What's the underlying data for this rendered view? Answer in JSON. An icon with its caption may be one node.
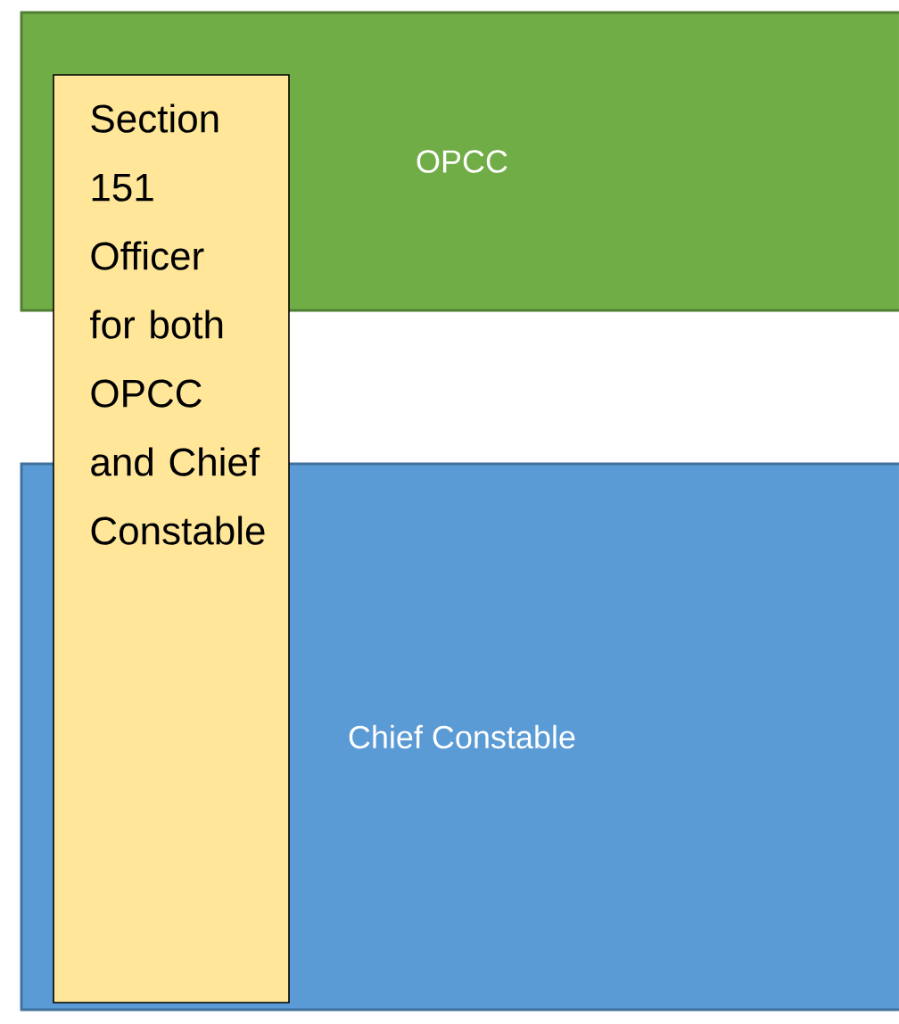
{
  "diagram": {
    "nodes": [
      {
        "text": [
          "OPCC"
        ]
      },
      {
        "text": [
          "Section 151 Officer for both OPCC and Chief Constable"
        ]
      },
      {
        "text": [
          "Chief Constable"
        ]
      }
    ]
  }
}
